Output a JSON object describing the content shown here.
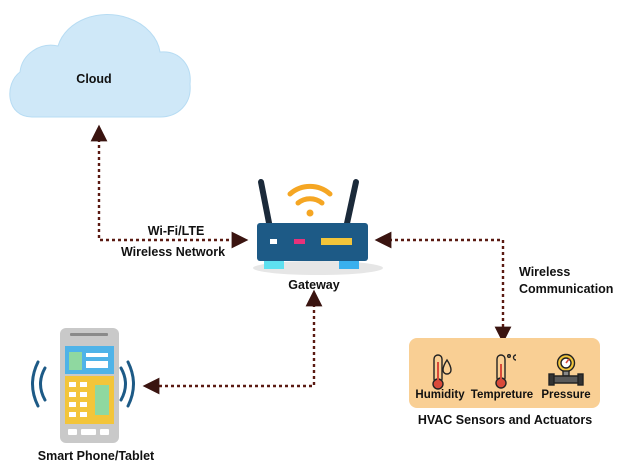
{
  "nodes": {
    "cloud": {
      "label": "Cloud"
    },
    "gateway": {
      "label": "Gateway"
    },
    "phone": {
      "label": "Smart Phone/Tablet"
    },
    "hvac": {
      "label": "HVAC Sensors and Actuators",
      "sensors": [
        {
          "label": "Humidity",
          "icon": "humidity-icon"
        },
        {
          "label": "Tempreture",
          "icon": "thermometer-icon"
        },
        {
          "label": "Pressure",
          "icon": "pressure-gauge-icon"
        }
      ]
    }
  },
  "links": {
    "cloud_gateway": {
      "line1": "Wi-Fi/LTE",
      "line2": "Wireless Network"
    },
    "gateway_hvac": {
      "line1": "Wireless",
      "line2": "Communication"
    }
  },
  "colors": {
    "cloud": "#cfe8f8",
    "router_body": "#1d5a86",
    "wifi": "#f5a623",
    "hvac_panel": "#f9cf94",
    "connector": "#5a1a12",
    "phone_body": "#c9c9c9",
    "phone_screen_top": "#4fb3e8",
    "phone_screen_bottom": "#f3c53a"
  }
}
